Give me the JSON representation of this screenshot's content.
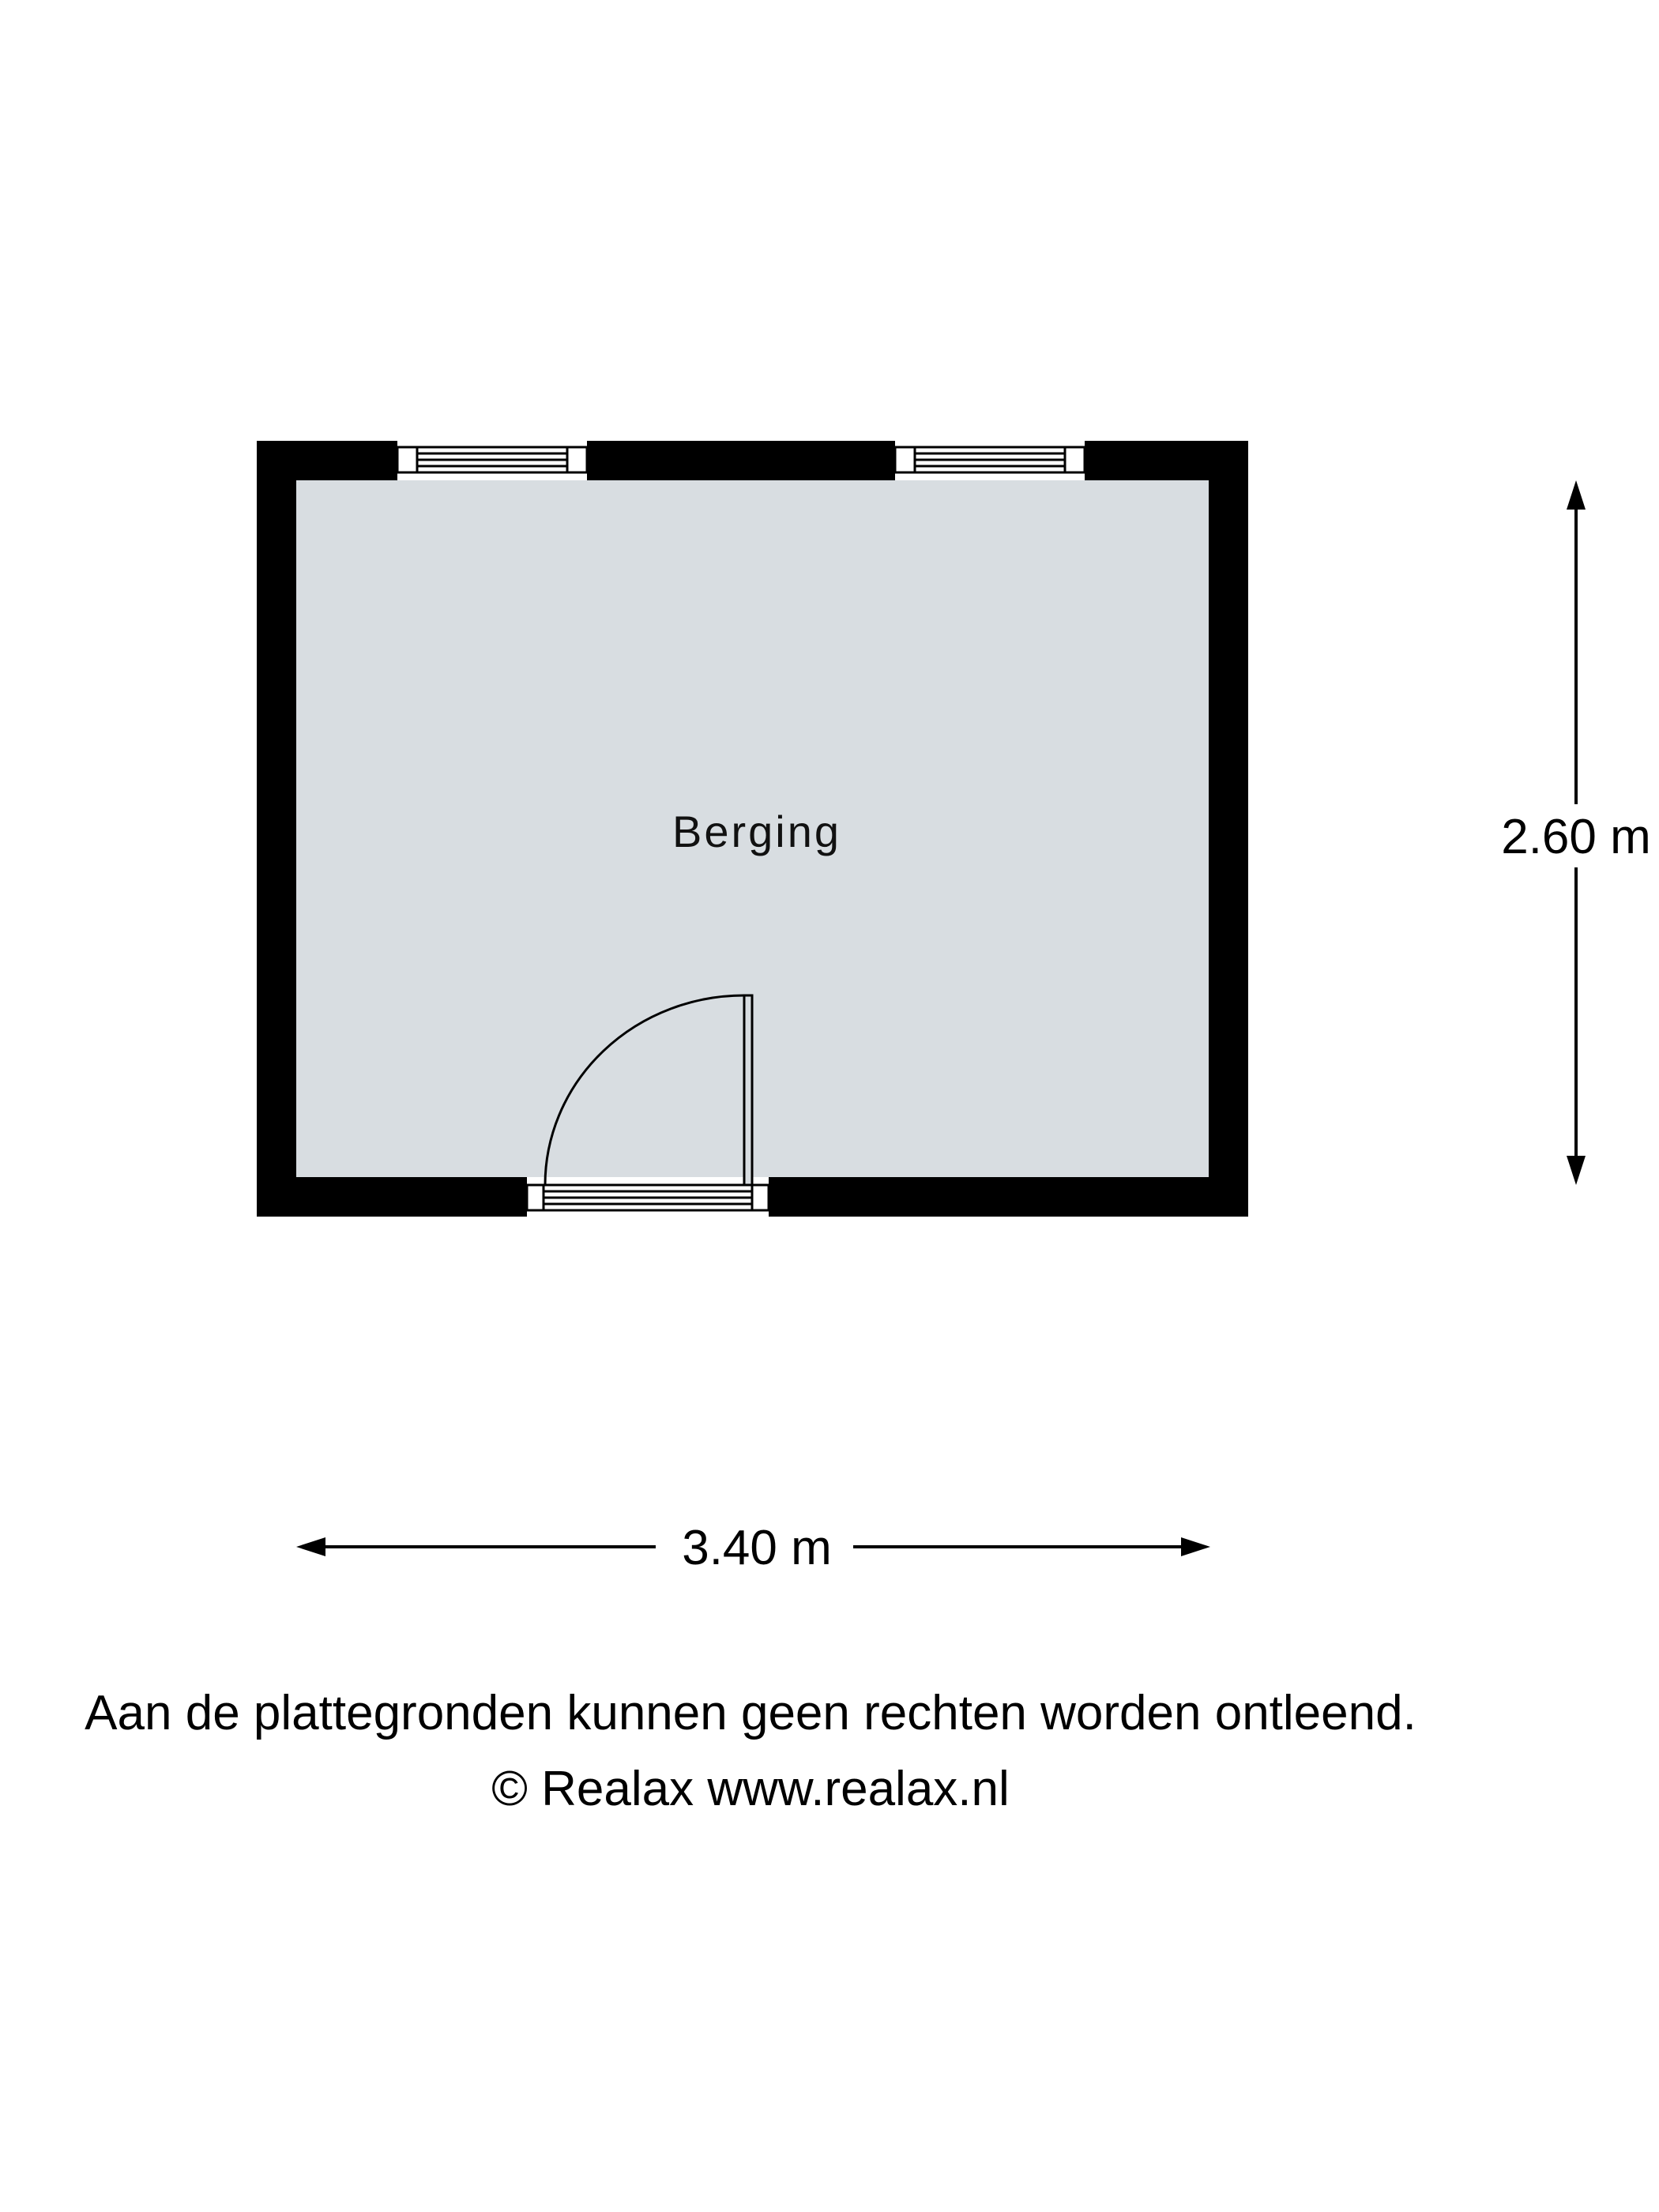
{
  "room": {
    "name": "Berging",
    "floor_color": "#d8dde1"
  },
  "walls": {
    "color": "#000000"
  },
  "dimensions": {
    "width_label": "3.40 m",
    "depth_label": "2.60 m"
  },
  "footer": {
    "disclaimer": "Aan de plattegronden kunnen geen rechten worden ontleend.",
    "copyright": "© Realax www.realax.nl"
  }
}
